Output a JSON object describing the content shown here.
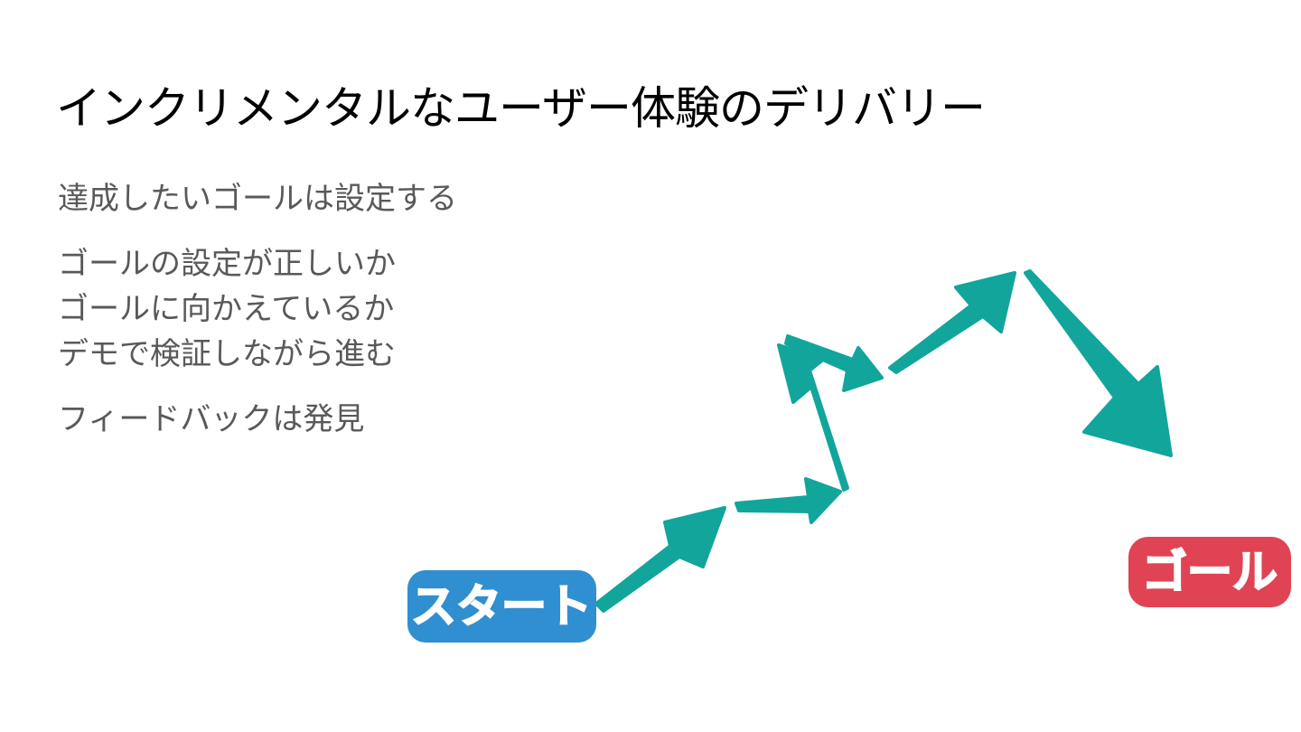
{
  "slide": {
    "title": "インクリメンタルなユーザー体験のデリバリー",
    "bullets": [
      [
        "達成したいゴールは設定する"
      ],
      [
        "ゴールの設定が正しいか",
        "ゴールに向かえているか",
        "デモで検証しながら進む"
      ],
      [
        "フィードバックは発見"
      ]
    ]
  },
  "illustration": {
    "start_label": "スタート",
    "goal_label": "ゴール",
    "colors": {
      "arrow": "#12a59b",
      "start_badge": "#2f8fd0",
      "goal_badge": "#e04454",
      "badge_text": "#ffffff"
    }
  }
}
